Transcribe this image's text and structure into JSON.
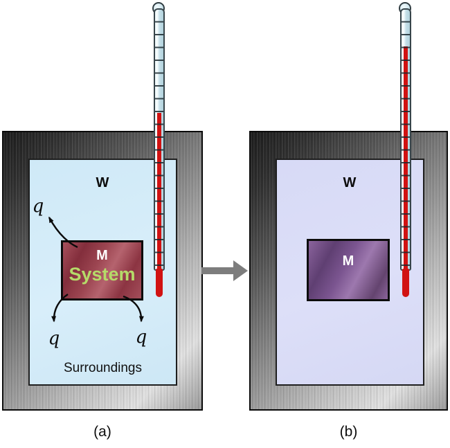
{
  "figure": {
    "panel_a": {
      "caption": "(a)",
      "water_label": "W",
      "surroundings_label": "Surroundings",
      "system_box": {
        "metal_label": "M",
        "system_label": "System"
      },
      "heat_flow": {
        "top_left_label": "q",
        "bottom_left_label": "q",
        "bottom_right_label": "q"
      }
    },
    "panel_b": {
      "caption": "(b)",
      "water_label": "W",
      "system_box": {
        "metal_label": "M"
      }
    },
    "colors": {
      "water_a_bg": "#d5ecf8",
      "water_b_bg": "#dadcf7",
      "system_box_a": "#9c4551",
      "system_box_b": "#7b5590",
      "system_label_text": "#b5db69",
      "mercury_red": "#d11212",
      "transition_arrow_gray": "#7d7d7d",
      "frame_metal_dark": "#2d2d2d",
      "frame_metal_light": "#e2e2e2"
    }
  }
}
